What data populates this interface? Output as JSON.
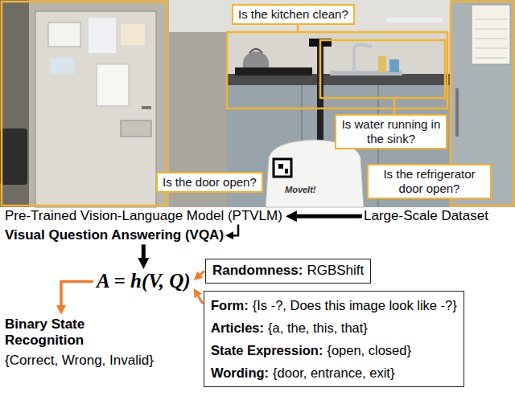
{
  "diagram": {
    "nodes": [
      {
        "text": [
          "Is the kitchen clean?"
        ]
      },
      {
        "text": [
          "Is water running in the sink?"
        ]
      },
      {
        "text": [
          "Is the door open?"
        ]
      },
      {
        "text": [
          "Is the refrigerator door open?"
        ]
      },
      {
        "text": [
          "Pre-Trained Vision-Language Model (PTVLM)"
        ]
      },
      {
        "text": [
          "Large-Scale Dataset"
        ]
      },
      {
        "text": [
          "Visual Question Answering (VQA)"
        ]
      },
      {
        "text": [
          "A = h(V, Q)"
        ]
      },
      {
        "text": [
          "Randomness:",
          "RGBShift"
        ]
      },
      {
        "text": [
          "Form:",
          "{Is -?, Does this image look like -?}",
          "Articles:",
          "{a, the, this, that}",
          "State Expression:",
          "{open, closed}",
          "Wording:",
          "{door, entrance, exit}"
        ]
      },
      {
        "text": [
          "Binary State Recognition",
          "{Correct, Wrong, Invalid}"
        ]
      }
    ],
    "edges": [
      {
        "from": 5,
        "to": 4,
        "arrow": "to"
      },
      {
        "from": 4,
        "to": 6,
        "arrow": "to"
      },
      {
        "from": 6,
        "to": 7,
        "arrow": "to"
      },
      {
        "from": 8,
        "to": 7,
        "arrow": "to"
      },
      {
        "from": 9,
        "to": 7,
        "arrow": "to"
      },
      {
        "from": 7,
        "to": 10,
        "arrow": "to"
      }
    ],
    "labels": [
      "MoveIt!"
    ]
  }
}
